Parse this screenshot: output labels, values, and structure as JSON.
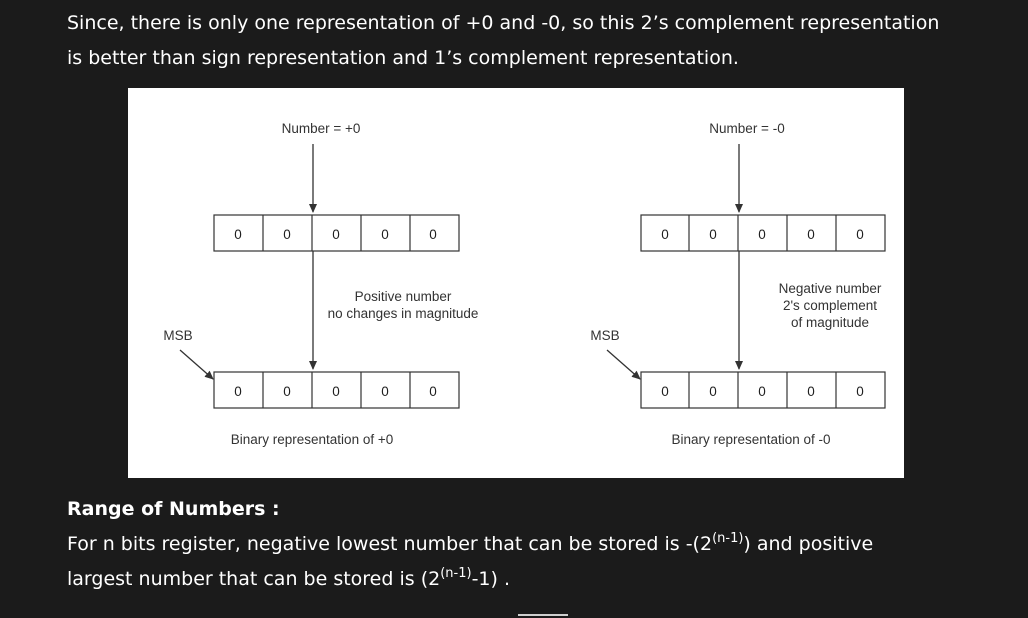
{
  "intro": {
    "line1": "Since, there is only one representation of +0 and -0, so this 2’s complement representation",
    "line2": "is better than sign representation and 1’s complement representation."
  },
  "diagram": {
    "left": {
      "title": "Number = +0",
      "top_bits": [
        "0",
        "0",
        "0",
        "0",
        "0"
      ],
      "note_lines": [
        "Positive number",
        "no changes in magnitude"
      ],
      "msb_label": "MSB",
      "bottom_bits": [
        "0",
        "0",
        "0",
        "0",
        "0"
      ],
      "caption": "Binary representation of +0"
    },
    "right": {
      "title": "Number = -0",
      "top_bits": [
        "0",
        "0",
        "0",
        "0",
        "0"
      ],
      "note_lines": [
        "Negative number",
        "2's complement",
        "of magnitude"
      ],
      "msb_label": "MSB",
      "bottom_bits": [
        "0",
        "0",
        "0",
        "0",
        "0"
      ],
      "caption": "Binary representation of -0"
    }
  },
  "range": {
    "heading": "Range of Numbers :",
    "line1_a": "For n bits register, negative lowest number that can be stored is -(2",
    "line1_sup": "(n-1)",
    "line1_b": ") and positive",
    "line2_a": "largest number that can be stored is (2",
    "line2_sup": "(n-1)",
    "line2_b": "-1) ."
  }
}
